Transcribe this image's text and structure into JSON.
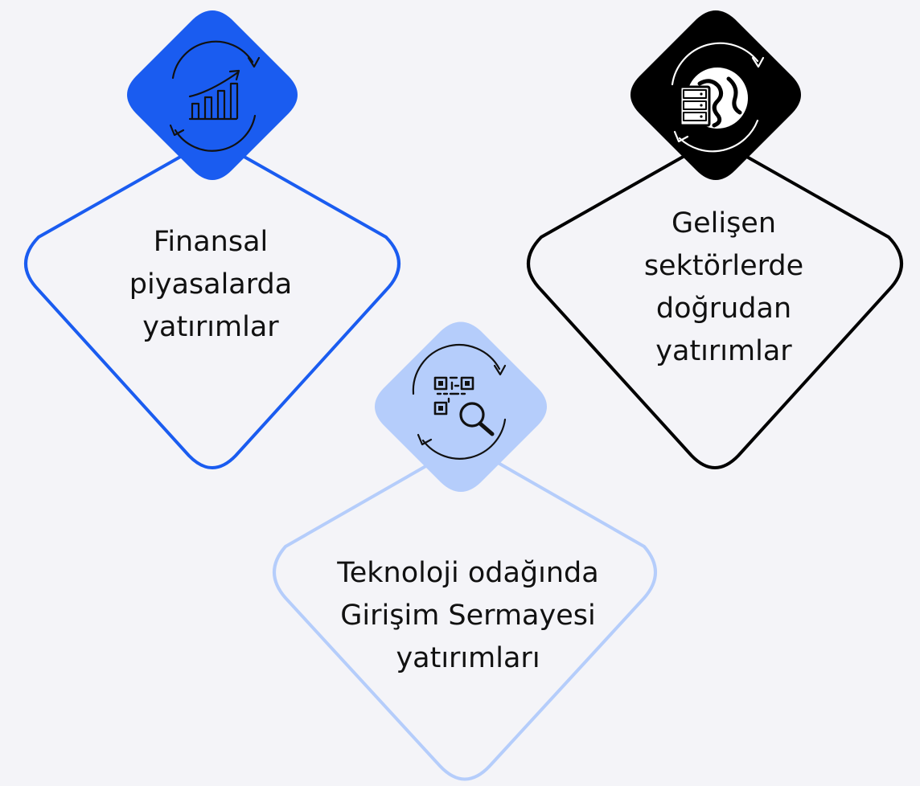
{
  "diagram": {
    "items": [
      {
        "lines": [
          "Finansal",
          "piyasalarda",
          "yatırımlar"
        ],
        "icon": "growth-chart-cycle-icon",
        "accent": "#1a5cf0",
        "icon_bg": "#1a5cf0",
        "icon_stroke": "#111111"
      },
      {
        "lines": [
          "Gelişen",
          "sektörlerde",
          "doğrudan",
          "yatırımlar"
        ],
        "icon": "globe-server-cycle-icon",
        "accent": "#000000",
        "icon_bg": "#000000",
        "icon_stroke": "#ffffff"
      },
      {
        "lines": [
          "Teknoloji odağında",
          "Girişim Sermayesi",
          "yatırımları"
        ],
        "icon": "qr-search-cycle-icon",
        "accent": "#b5cdfb",
        "icon_bg": "#b5cdfb",
        "icon_stroke": "#111111"
      }
    ]
  },
  "colors": {
    "background": "#f4f4f8",
    "text": "#111111"
  }
}
